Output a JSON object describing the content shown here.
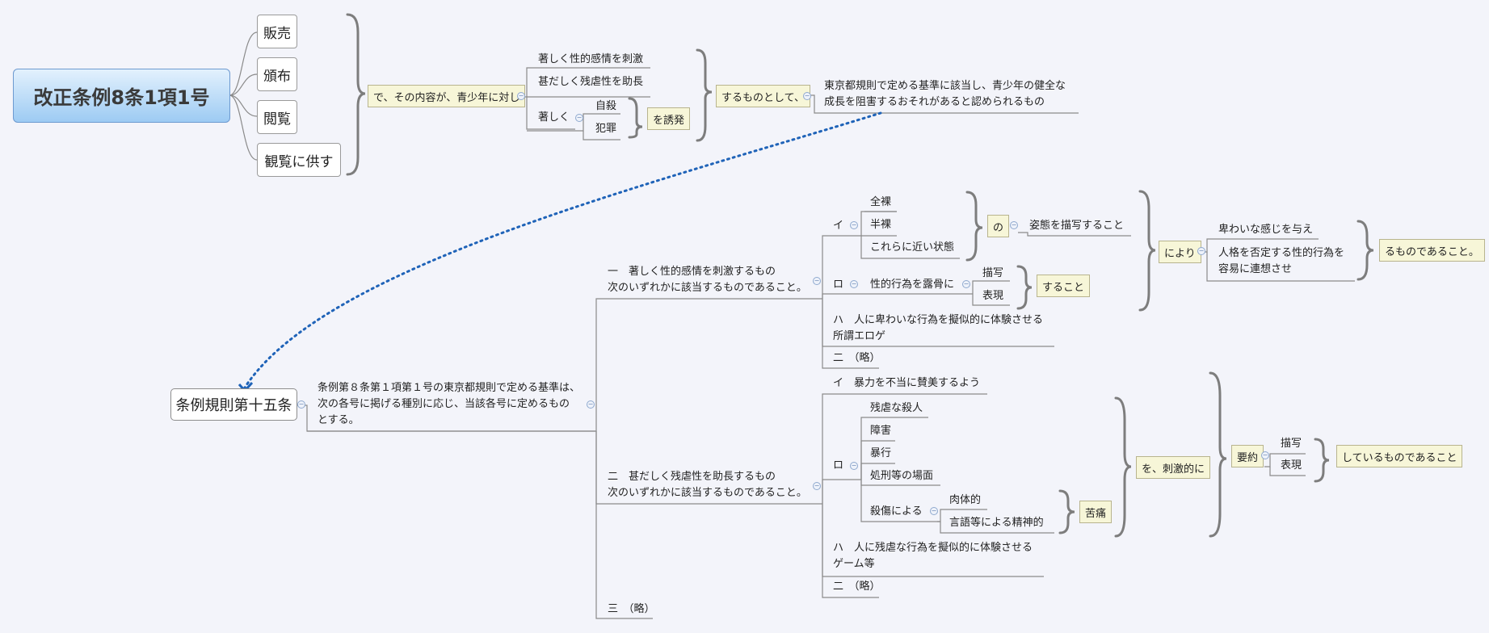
{
  "root": {
    "title": "改正条例8条1項1号"
  },
  "acts": [
    "販売",
    "頒布",
    "閲覧",
    "観覧に供す"
  ],
  "content_box": "で、その内容が、青少年に対し",
  "effects": {
    "e1": "著しく性的感情を刺激",
    "e2": "甚だしく残虐性を助長",
    "e3": "著しく",
    "sub1": "自殺",
    "sub2": "犯罪",
    "induce": "を誘発"
  },
  "as_label": "するものとして、",
  "criterion": "東京都規則で定める基準に該当し、青少年の健全な\n成長を阻害するおそれがあると認められるもの",
  "rule": {
    "title": "条例規則第十五条",
    "text": "条例第８条第１項第１号の東京都規則で定める基準は、\n次の各号に掲げる種別に応じ、当該各号に定めるもの\nとする。",
    "item1": "一　著しく性的感情を刺激するもの\n次のいずれかに該当するものであること。",
    "item2": "二　甚だしく残虐性を助長するもの\n次のいずれかに該当するものであること。",
    "item3": "三　（略）"
  },
  "sexual": {
    "i_label": "イ",
    "i_items": [
      "全裸",
      "半裸",
      "これらに近い状態"
    ],
    "no": "の",
    "posture": "姿態を描写すること",
    "ro_label": "ロ",
    "ro_text": "性的行為を露骨に",
    "ro_items": [
      "描写",
      "表現"
    ],
    "suru": "すること",
    "ha": "ハ　人に卑わいな行為を擬似的に体験させる\n所謂エロゲ",
    "ni": "二　（略）",
    "yori": "により",
    "effects": [
      "卑わいな感じを与え",
      "人格を否定する性的行為を\n容易に連想させ"
    ],
    "ending": "るものであること。"
  },
  "violent": {
    "i_text": "イ　暴力を不当に賛美するよう",
    "ro_label": "ロ",
    "ro_items": [
      "残虐な殺人",
      "障害",
      "暴行",
      "処刑等の場面",
      "殺傷による"
    ],
    "pain_items": [
      "肉体的",
      "言語等による精神的"
    ],
    "pain": "苦痛",
    "stimulus": "を、刺激的に",
    "youyaku": "要約",
    "depict_items": [
      "描写",
      "表現"
    ],
    "ending": "しているものであること",
    "ha": "ハ　人に残虐な行為を擬似的に体験させる\nゲーム等",
    "ni": "二　（略）"
  }
}
